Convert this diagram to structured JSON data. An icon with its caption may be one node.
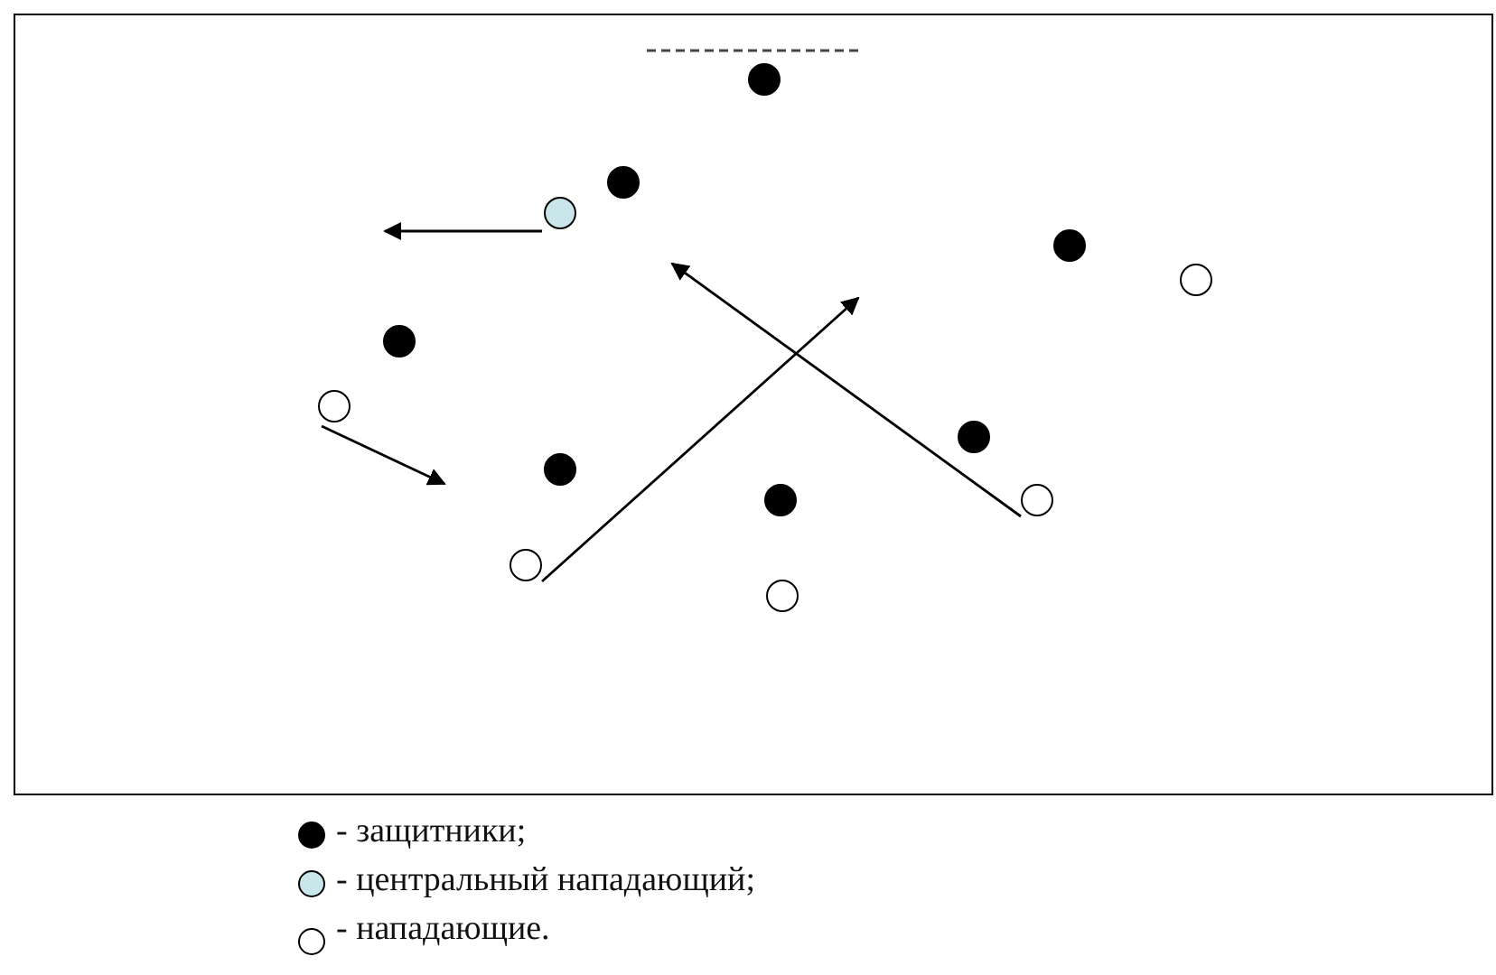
{
  "diagram": {
    "nodes": [
      {
        "text": [],
        "shape": "circle"
      },
      {
        "text": [],
        "shape": "circle"
      },
      {
        "text": [],
        "shape": "circle"
      },
      {
        "text": [],
        "shape": "circle"
      },
      {
        "text": [],
        "shape": "circle"
      },
      {
        "text": [],
        "shape": "circle"
      },
      {
        "text": [],
        "shape": "circle"
      },
      {
        "text": [],
        "shape": "circle"
      },
      {
        "text": [],
        "shape": "circle"
      },
      {
        "text": [],
        "shape": "circle"
      },
      {
        "text": [],
        "shape": "circle"
      },
      {
        "text": [],
        "shape": "circle"
      },
      {
        "text": [],
        "shape": "circle"
      }
    ],
    "edges": [
      {
        "from": 2,
        "to": null,
        "arrow": "to"
      },
      {
        "from": 6,
        "to": null,
        "arrow": "to"
      },
      {
        "from": 11,
        "to": null,
        "arrow": "to"
      },
      {
        "from": 10,
        "to": null,
        "arrow": "to"
      }
    ],
    "legend": [
      {
        "text": "- защитники;"
      },
      {
        "text": "- центральный нападающий;"
      },
      {
        "text": "- нападающие."
      }
    ]
  }
}
